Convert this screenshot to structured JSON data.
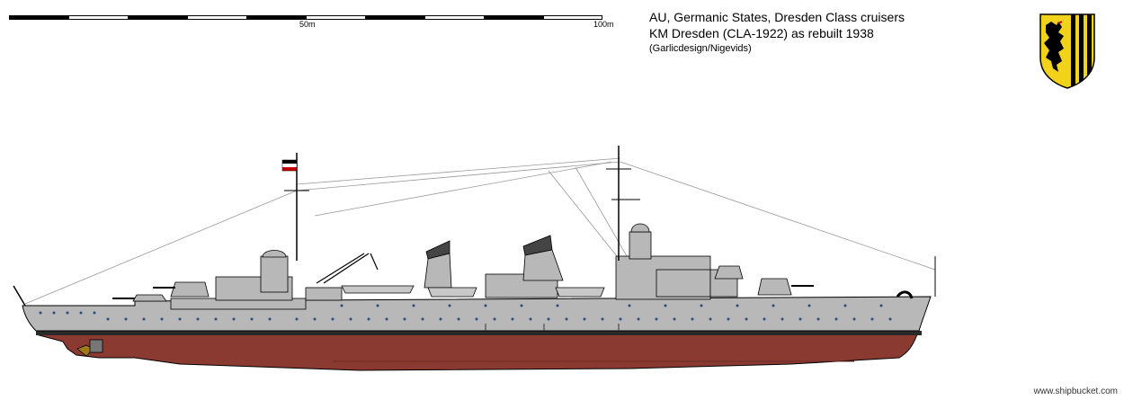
{
  "scale": {
    "mid_label": "50m",
    "end_label": "100m"
  },
  "title": {
    "line1": "AU, Germanic States, Dresden Class cruisers",
    "line2": "KM Dresden (CLA-1922) as rebuilt 1938",
    "line3": "(Garlicdesign/Nigevids)"
  },
  "colors": {
    "hull_upper": "#b8b8b8",
    "hull_lower": "#8b3a32",
    "boot_top": "#2a2a2a",
    "crest_gold": "#f2d21b"
  },
  "credit": "www.shipbucket.com"
}
